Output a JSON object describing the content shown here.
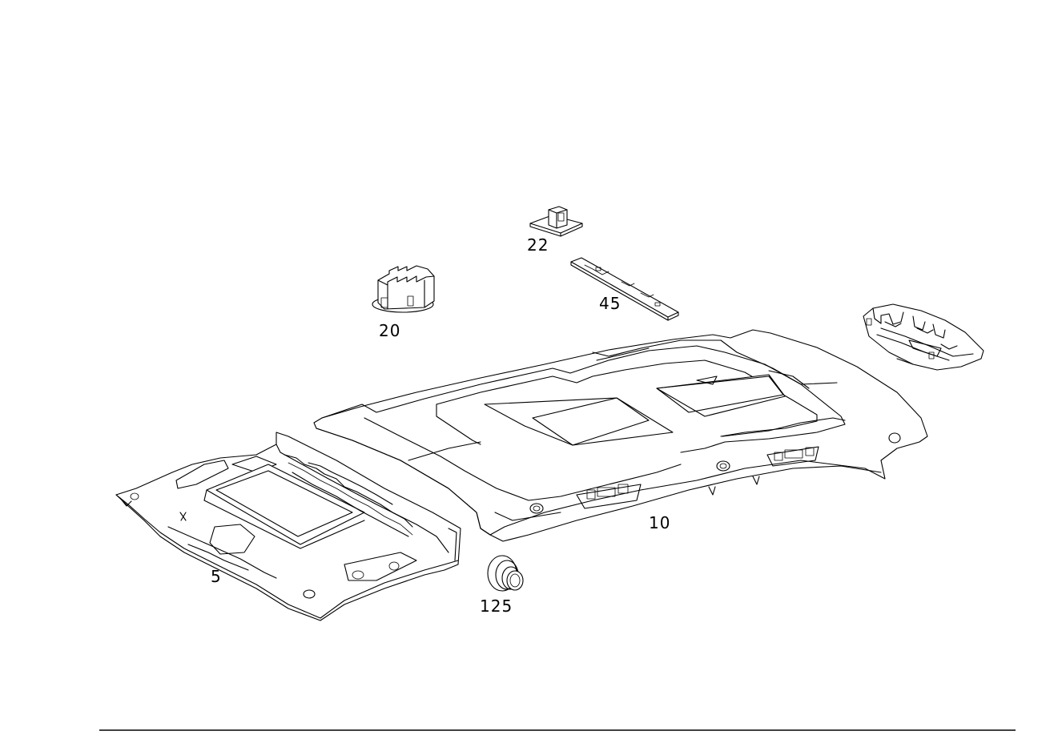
{
  "callouts": {
    "p5": "5",
    "p10": "10",
    "p20": "20",
    "p22": "22",
    "p45": "45",
    "p125": "125"
  }
}
